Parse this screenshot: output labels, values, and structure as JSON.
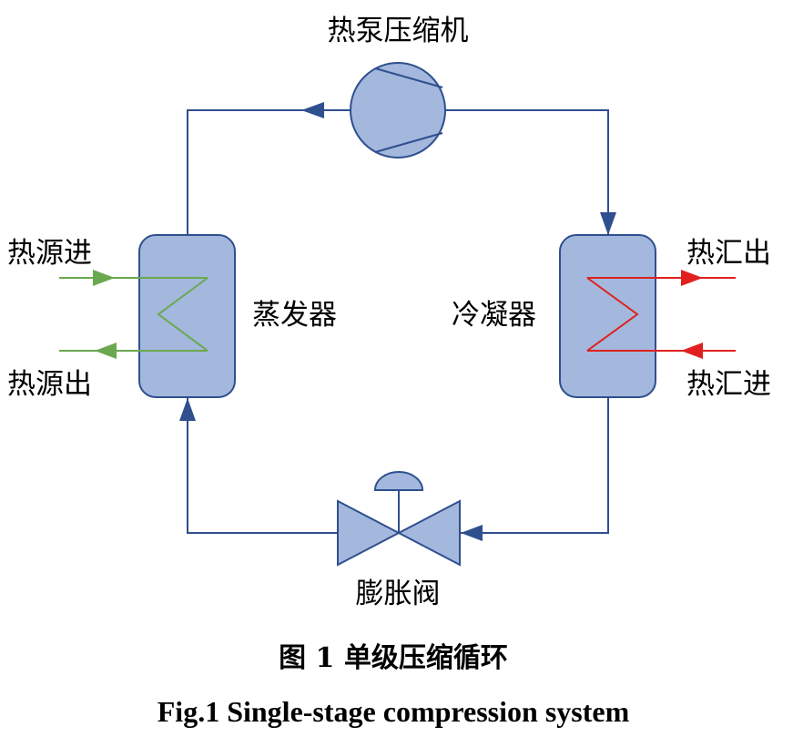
{
  "labels": {
    "compressor": "热泵压缩机",
    "evaporator": "蒸发器",
    "condenser": "冷凝器",
    "valve": "膨胀阀",
    "source_in": "热源进",
    "source_out": "热源出",
    "sink_out": "热汇出",
    "sink_in": "热汇进"
  },
  "caption": {
    "zh": "图 1 单级压缩循环",
    "en": "Fig.1 Single-stage compression system"
  },
  "colors": {
    "pipe": "#2f4f8f",
    "component_fill": "#a3b8dc",
    "component_stroke": "#2f4f8f",
    "heat_source": "#6aa84f",
    "heat_sink": "#e02020"
  }
}
